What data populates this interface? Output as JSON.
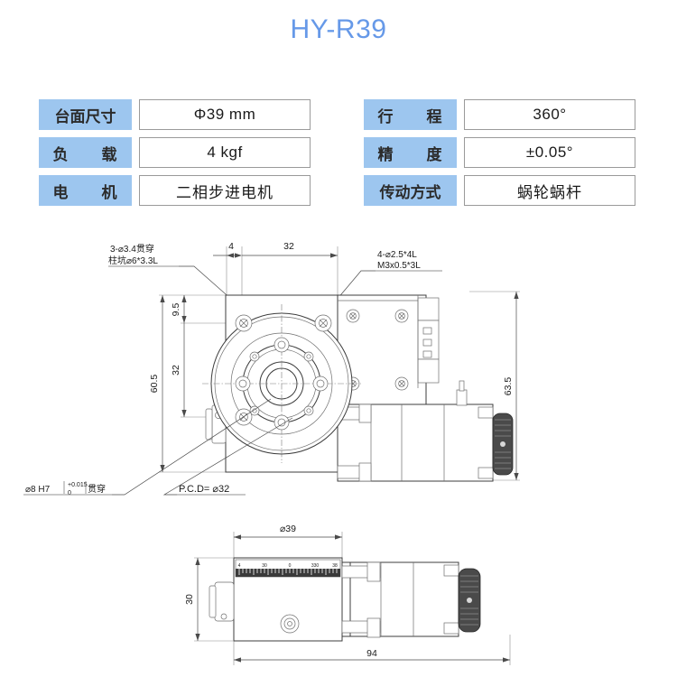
{
  "header": {
    "title": "HY-R39"
  },
  "spec_tables": {
    "left": [
      {
        "label": "台面尺寸",
        "value": "Φ39 mm",
        "tight": false
      },
      {
        "label": "负　　载",
        "value": "4 kgf",
        "tight": true
      },
      {
        "label": "电　　机",
        "value": "二相步进电机",
        "tight": true
      }
    ],
    "right": [
      {
        "label": "行　　程",
        "value": "360°",
        "tight": true
      },
      {
        "label": "精　　度",
        "value": "±0.05°",
        "tight": true
      },
      {
        "label": "传动方式",
        "value": "蜗轮蜗杆",
        "tight": false
      }
    ]
  },
  "top_view": {
    "notes": {
      "hole_note_line1": "3-⌀3.4贯穿",
      "hole_note_line2": "柱坑⌀6*3.3L",
      "tap_note_line1": "4-⌀2.5*4L",
      "tap_note_line2": "M3x0.5*3L",
      "bore_note": "⌀8 H7",
      "bore_tol_upper": "+0.015",
      "bore_tol_lower": "0",
      "bore_note_suffix": "贯穿",
      "pcd_note": "P.C.D= ⌀32"
    },
    "dimensions": {
      "top_left": "4",
      "top_right": "32",
      "left_outer": "60.5",
      "left_inner_top": "9.5",
      "left_inner_mid": "32",
      "right_outer": "63.5"
    }
  },
  "side_view": {
    "dimensions": {
      "table_diameter": "⌀39",
      "height": "30",
      "length": "94"
    },
    "scale_ticks": [
      "4",
      "30",
      "0",
      "330",
      "38"
    ]
  },
  "colors": {
    "title": "#6699e8",
    "header_bg": "#9dc6ef",
    "line": "#3c3c3c",
    "knob": "#4a4a4a"
  }
}
